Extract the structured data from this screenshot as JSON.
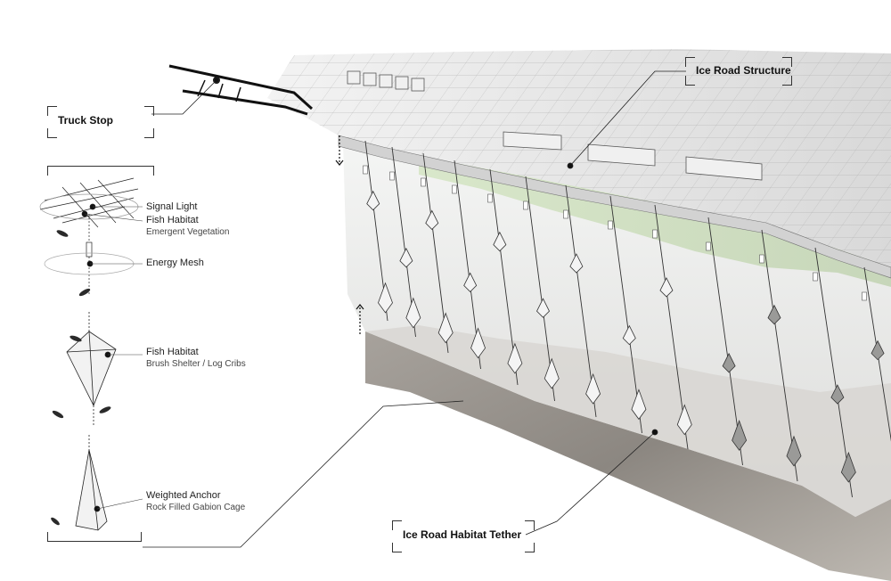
{
  "labels": {
    "truck_stop": "Truck Stop",
    "ice_road_structure": "Ice Road Structure",
    "ice_road_habitat_tether": "Ice Road Habitat Tether"
  },
  "legend": {
    "signal_light": "Signal Light",
    "fish_habitat_1": "Fish Habitat",
    "fish_habitat_1_sub": "Emergent Vegetation",
    "energy_mesh": "Energy Mesh",
    "fish_habitat_2": "Fish Habitat",
    "fish_habitat_2_sub": "Brush Shelter / Log Cribs",
    "weighted_anchor": "Weighted Anchor",
    "weighted_anchor_sub": "Rock Filled Gabion Cage"
  },
  "colors": {
    "ice_top": "#e9e9e9",
    "ice_grid": "#9a9a9a",
    "water": "#eef0ef",
    "vegetation": "#cfe0bf",
    "lakebed": "#8f8a84",
    "lakebed_face": "#b4aea8",
    "ink": "#1a1a1a"
  }
}
